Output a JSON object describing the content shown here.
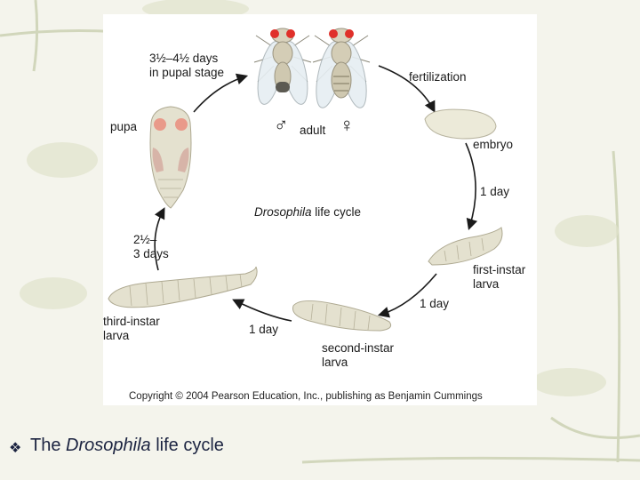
{
  "figure": {
    "title_italic": "Drosophila",
    "title_rest": " life cycle",
    "labels": {
      "pupal_stage_line1": "3½–4½ days",
      "pupal_stage_line2": "in pupal stage",
      "fertilization": "fertilization",
      "pupa": "pupa",
      "adult": "adult",
      "male_symbol": "♂",
      "female_symbol": "♀",
      "embryo": "embryo",
      "one_day_a": "1 day",
      "first_instar_line1": "first-instar",
      "first_instar_line2": "larva",
      "one_day_b": "1 day",
      "second_instar_line1": "second-instar",
      "second_instar_line2": "larva",
      "one_day_c": "1 day",
      "third_instar_line1": "third-instar",
      "third_instar_line2": "larva",
      "third_stage_line1": "2½–",
      "third_stage_line2": "3 days"
    },
    "copyright": "Copyright © 2004 Pearson Education, Inc., publishing as Benjamin Cummings"
  },
  "caption": {
    "prefix": "The ",
    "italic": "Drosophila",
    "suffix": " life cycle"
  },
  "bullet_icon": "diamond-bullet-icon",
  "colors": {
    "fly_eye": "#e0302a",
    "body": "#e3e0cf",
    "pupa_marks": "#e7a08a"
  }
}
